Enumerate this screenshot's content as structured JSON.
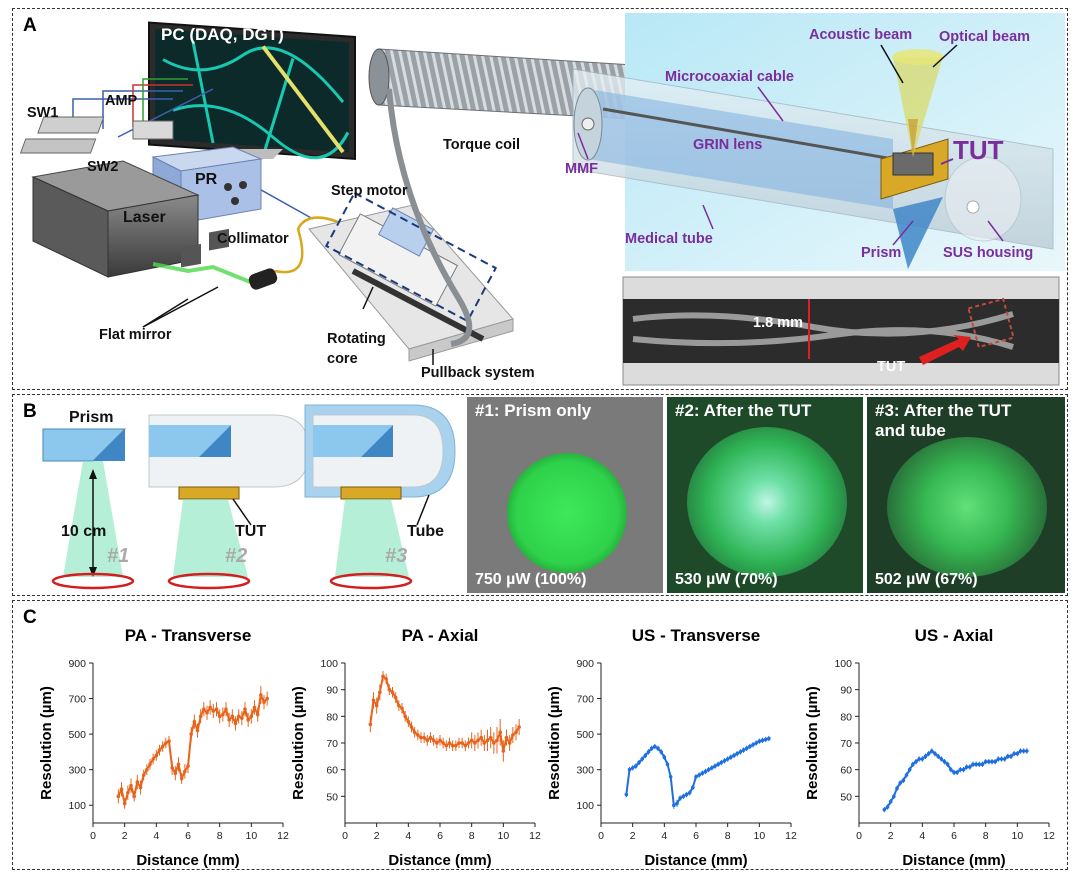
{
  "panel_a": {
    "label": "A",
    "pc_label": "PC (DAQ, DGT)",
    "sw1": "SW1",
    "amp": "AMP",
    "sw2": "SW2",
    "pr": "PR",
    "laser": "Laser",
    "collimator": "Collimator",
    "step_motor": "Step motor",
    "flat_mirror": "Flat mirror",
    "rotating_core_1": "Rotating",
    "rotating_core_2": "core",
    "pullback": "Pullback system",
    "torque_coil": "Torque coil",
    "mmf": "MMF",
    "microcoaxial": "Microcoaxial cable",
    "grin": "GRIN lens",
    "medical_tube": "Medical tube",
    "acoustic_beam": "Acoustic beam",
    "optical_beam": "Optical beam",
    "tut": "TUT",
    "prism": "Prism",
    "sus_housing": "SUS housing",
    "photo_size": "1.8 mm",
    "photo_tut": "TUT"
  },
  "panel_b": {
    "label": "B",
    "prism": "Prism",
    "distance": "10 cm",
    "config1": "#1",
    "config2": "#2",
    "config3": "#3",
    "tut": "TUT",
    "tube": "Tube",
    "img1_title": "#1: Prism only",
    "img1_power": "750 µW (100%)",
    "img2_title": "#2: After the TUT",
    "img2_power": "530 µW (70%)",
    "img3_title_1": "#3: After  the TUT",
    "img3_title_2": "and tube",
    "img3_power": "502 µW (67%)",
    "colors": {
      "spot": "#2fd24a",
      "beam": "#5ee0a0",
      "ring": "#d21e1e"
    }
  },
  "panel_c": {
    "label": "C"
  },
  "chart_data": [
    {
      "type": "line",
      "title": "PA - Transverse",
      "xlabel": "Distance (mm)",
      "ylabel": "Resolution (µm)",
      "xlim": [
        0,
        12
      ],
      "ylim": [
        0,
        900
      ],
      "xticks": [
        0,
        2,
        4,
        6,
        8,
        10,
        12
      ],
      "yticks": [
        100,
        300,
        500,
        700,
        900
      ],
      "color": "#e8641c",
      "series": [
        {
          "x": [
            1.6,
            1.8,
            2.0,
            2.2,
            2.4,
            2.6,
            2.8,
            3.0,
            3.2,
            3.4,
            3.6,
            3.8,
            4.0,
            4.2,
            4.4,
            4.6,
            4.8,
            5.0,
            5.2,
            5.4,
            5.6,
            5.8,
            6.0,
            6.2,
            6.4,
            6.6,
            6.8,
            7.0,
            7.2,
            7.4,
            7.6,
            7.8,
            8.0,
            8.2,
            8.4,
            8.6,
            8.8,
            9.0,
            9.2,
            9.4,
            9.6,
            9.8,
            10.0,
            10.2,
            10.4,
            10.6,
            10.8,
            11.0
          ],
          "y": [
            150,
            190,
            110,
            170,
            210,
            150,
            230,
            200,
            270,
            300,
            330,
            360,
            380,
            410,
            430,
            450,
            460,
            310,
            280,
            330,
            250,
            290,
            320,
            500,
            570,
            520,
            600,
            640,
            620,
            650,
            630,
            640,
            600,
            610,
            640,
            580,
            600,
            560,
            600,
            590,
            640,
            580,
            600,
            650,
            610,
            720,
            680,
            700
          ],
          "err": [
            40,
            40,
            30,
            40,
            40,
            30,
            40,
            40,
            30,
            30,
            30,
            30,
            30,
            30,
            30,
            30,
            30,
            40,
            40,
            40,
            30,
            40,
            40,
            40,
            40,
            40,
            40,
            40,
            40,
            40,
            40,
            40,
            40,
            40,
            40,
            40,
            40,
            40,
            40,
            40,
            40,
            40,
            40,
            40,
            40,
            50,
            40,
            40
          ]
        }
      ]
    },
    {
      "type": "line",
      "title": "PA - Axial",
      "xlabel": "Distance (mm)",
      "ylabel": "Resolution (µm)",
      "xlim": [
        0,
        12
      ],
      "ylim": [
        40,
        100
      ],
      "xticks": [
        0,
        2,
        4,
        6,
        8,
        10,
        12
      ],
      "yticks": [
        50,
        60,
        70,
        80,
        90,
        100
      ],
      "color": "#e8641c",
      "series": [
        {
          "x": [
            1.6,
            1.8,
            2.0,
            2.2,
            2.4,
            2.6,
            2.8,
            3.0,
            3.2,
            3.4,
            3.6,
            3.8,
            4.0,
            4.2,
            4.4,
            4.6,
            4.8,
            5.0,
            5.2,
            5.4,
            5.6,
            5.8,
            6.0,
            6.2,
            6.4,
            6.6,
            6.8,
            7.0,
            7.2,
            7.4,
            7.6,
            7.8,
            8.0,
            8.2,
            8.4,
            8.6,
            8.8,
            9.0,
            9.2,
            9.4,
            9.6,
            9.8,
            10.0,
            10.2,
            10.4,
            10.6,
            10.8,
            11.0
          ],
          "y": [
            77,
            86,
            84,
            89,
            95,
            94,
            90,
            89,
            87,
            84,
            83,
            80,
            78,
            76,
            74,
            73,
            72,
            72,
            71,
            72,
            71,
            70,
            71,
            70,
            69,
            70,
            69,
            69,
            70,
            70,
            69,
            70,
            71,
            70,
            71,
            72,
            70,
            71,
            72,
            70,
            71,
            74,
            67,
            72,
            70,
            73,
            74,
            76
          ],
          "err": [
            3,
            3,
            3,
            3,
            2,
            2,
            2,
            2,
            2,
            2,
            2,
            2,
            2,
            2,
            2,
            2,
            2,
            2,
            2,
            2,
            2,
            2,
            2,
            2,
            2,
            2,
            2,
            2,
            2,
            2,
            2,
            2,
            3,
            3,
            3,
            3,
            3,
            4,
            4,
            4,
            5,
            5,
            4,
            3,
            3,
            3,
            3,
            3
          ]
        }
      ]
    },
    {
      "type": "line",
      "title": "US - Transverse",
      "xlabel": "Distance (mm)",
      "ylabel": "Resolution (µm)",
      "xlim": [
        0,
        12
      ],
      "ylim": [
        0,
        900
      ],
      "xticks": [
        0,
        2,
        4,
        6,
        8,
        10,
        12
      ],
      "yticks": [
        100,
        300,
        500,
        700,
        900
      ],
      "color": "#1f6fe0",
      "series": [
        {
          "x": [
            1.6,
            1.8,
            2.0,
            2.2,
            2.4,
            2.6,
            2.8,
            3.0,
            3.2,
            3.4,
            3.6,
            3.8,
            4.0,
            4.2,
            4.4,
            4.6,
            4.8,
            5.0,
            5.2,
            5.4,
            5.6,
            5.8,
            6.0,
            6.2,
            6.4,
            6.6,
            6.8,
            7.0,
            7.2,
            7.4,
            7.6,
            7.8,
            8.0,
            8.2,
            8.4,
            8.6,
            8.8,
            9.0,
            9.2,
            9.4,
            9.6,
            9.8,
            10.0,
            10.2,
            10.4,
            10.6
          ],
          "y": [
            160,
            300,
            310,
            320,
            340,
            360,
            380,
            400,
            420,
            430,
            420,
            400,
            370,
            330,
            260,
            100,
            110,
            140,
            150,
            160,
            170,
            200,
            260,
            270,
            280,
            290,
            300,
            310,
            320,
            330,
            340,
            350,
            360,
            370,
            380,
            390,
            400,
            410,
            420,
            430,
            440,
            450,
            460,
            465,
            470,
            475
          ],
          "err": [
            15,
            15,
            15,
            15,
            15,
            15,
            15,
            15,
            15,
            15,
            15,
            15,
            15,
            15,
            15,
            20,
            20,
            15,
            15,
            15,
            15,
            15,
            15,
            15,
            15,
            15,
            15,
            15,
            15,
            15,
            15,
            15,
            15,
            15,
            15,
            15,
            15,
            15,
            15,
            15,
            15,
            15,
            15,
            15,
            15,
            15
          ]
        }
      ]
    },
    {
      "type": "line",
      "title": "US - Axial",
      "xlabel": "Distance (mm)",
      "ylabel": "Resolution (µm)",
      "xlim": [
        0,
        12
      ],
      "ylim": [
        40,
        100
      ],
      "xticks": [
        0,
        2,
        4,
        6,
        8,
        10,
        12
      ],
      "yticks": [
        50,
        60,
        70,
        80,
        90,
        100
      ],
      "color": "#1f6fe0",
      "series": [
        {
          "x": [
            1.6,
            1.8,
            2.0,
            2.2,
            2.4,
            2.6,
            2.8,
            3.0,
            3.2,
            3.4,
            3.6,
            3.8,
            4.0,
            4.2,
            4.4,
            4.6,
            4.8,
            5.0,
            5.2,
            5.4,
            5.6,
            5.8,
            6.0,
            6.2,
            6.4,
            6.6,
            6.8,
            7.0,
            7.2,
            7.4,
            7.6,
            7.8,
            8.0,
            8.2,
            8.4,
            8.6,
            8.8,
            9.0,
            9.2,
            9.4,
            9.6,
            9.8,
            10.0,
            10.2,
            10.4,
            10.6
          ],
          "y": [
            45,
            46,
            48,
            50,
            53,
            55,
            56,
            58,
            60,
            62,
            63,
            64,
            64,
            65,
            66,
            67,
            66,
            65,
            64,
            63,
            62,
            60,
            59,
            59,
            60,
            60,
            61,
            61,
            62,
            62,
            62,
            62,
            63,
            63,
            63,
            63,
            64,
            64,
            64,
            65,
            65,
            66,
            66,
            67,
            67,
            67
          ],
          "err": [
            1,
            1,
            1,
            1,
            1,
            1,
            1,
            1,
            1,
            1,
            1,
            1,
            1,
            1,
            1,
            1,
            1,
            1,
            1,
            1,
            1,
            1,
            1,
            1,
            1,
            1,
            1,
            1,
            1,
            1,
            1,
            1,
            1,
            1,
            1,
            1,
            1,
            1,
            1,
            1,
            1,
            1,
            1,
            1,
            1,
            1
          ]
        }
      ]
    }
  ]
}
